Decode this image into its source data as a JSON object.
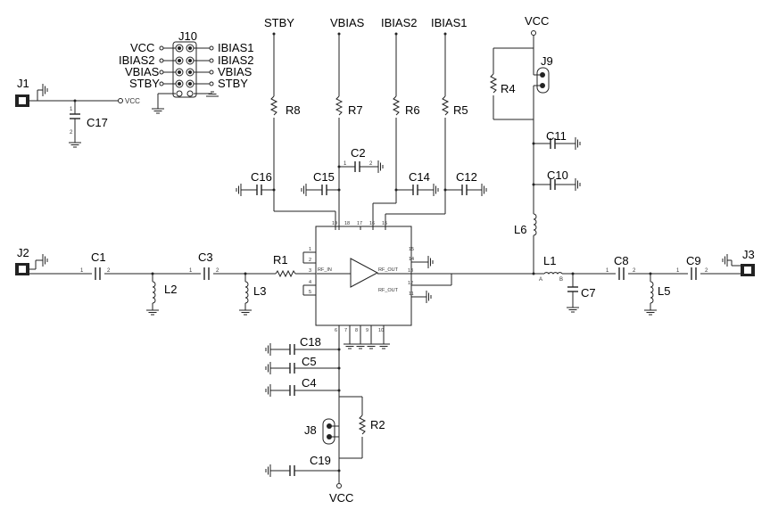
{
  "nets": {
    "stby": "STBY",
    "vbias": "VBIAS",
    "ibias2": "IBIAS2",
    "ibias1": "IBIAS1",
    "vcc_top": "VCC",
    "vcc_bottom": "VCC",
    "vcc_j1": "VCC"
  },
  "header_j10": {
    "ref": "J10",
    "left_nets": [
      "VCC",
      "IBIAS2",
      "VBIAS",
      "STBY"
    ],
    "right_nets": [
      "IBIAS1",
      "IBIAS2",
      "VBIAS",
      "STBY"
    ]
  },
  "connectors": {
    "j1": "J1",
    "j2": "J2",
    "j3": "J3",
    "j8": "J8",
    "j9": "J9"
  },
  "resistors": {
    "r1": "R1",
    "r2": "R2",
    "r4": "R4",
    "r5": "R5",
    "r6": "R6",
    "r7": "R7",
    "r8": "R8"
  },
  "capacitors": {
    "c1": "C1",
    "c2": "C2",
    "c3": "C3",
    "c4": "C4",
    "c5": "C5",
    "c7": "C7",
    "c8": "C8",
    "c9": "C9",
    "c10": "C10",
    "c11": "C11",
    "c12": "C12",
    "c14": "C14",
    "c15": "C15",
    "c16": "C16",
    "c17": "C17",
    "c18": "C18",
    "c19": "C19"
  },
  "inductors": {
    "l1": "L1",
    "l2": "L2",
    "l3": "L3",
    "l5": "L5",
    "l6": "L6"
  },
  "ic": {
    "rf_in": "RF_IN",
    "rf_out_13": "RF_OUT",
    "rf_out_12": "RF_OUT",
    "pin_a": "A",
    "pin_b": "B"
  }
}
